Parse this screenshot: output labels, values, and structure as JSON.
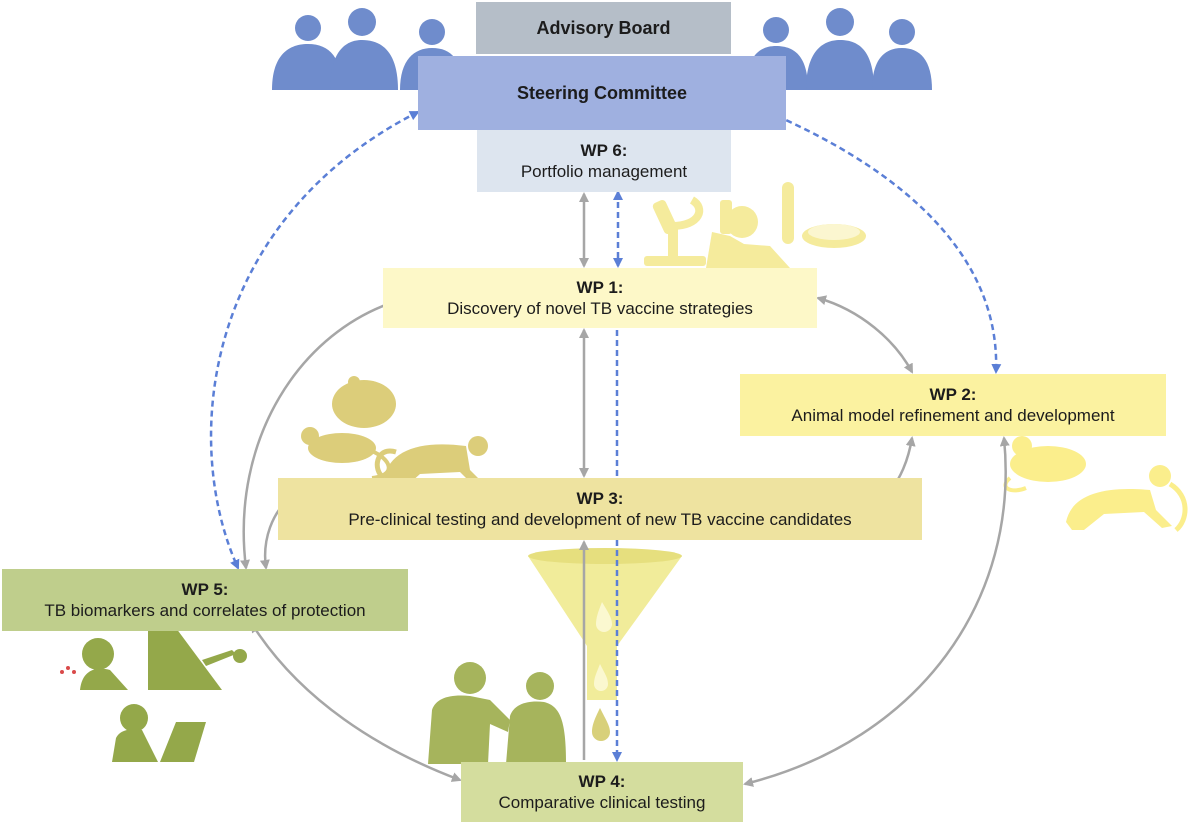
{
  "advisory_board": {
    "title": "Advisory Board"
  },
  "steering_committee": {
    "title": "Steering Committee"
  },
  "work_packages": {
    "wp6": {
      "label": "WP 6:",
      "name": "Portfolio management"
    },
    "wp1": {
      "label": "WP 1:",
      "name": "Discovery of novel TB vaccine strategies"
    },
    "wp2": {
      "label": "WP 2:",
      "name": "Animal model refinement and development"
    },
    "wp3": {
      "label": "WP 3:",
      "name": "Pre-clinical testing and development of new TB vaccine candidates"
    },
    "wp5": {
      "label": "WP 5:",
      "name": "TB biomarkers and correlates of protection"
    },
    "wp4": {
      "label": "WP 4:",
      "name": "Comparative clinical testing"
    }
  },
  "colors": {
    "governance_people": "#6f8ccc",
    "management_link": "#5b7fd6",
    "scientific_link": "#a6a6a6",
    "lab_icons": "#f5eb9c",
    "animal_icons": "#dccd7a",
    "animal_icons_light": "#fbee8c",
    "funnel": "#f1ec9a",
    "clinical_people": "#a6b45c",
    "biomarker_people": "#94a84a"
  },
  "icons": [
    "people-group-icon",
    "microscope-icon",
    "scientist-icon",
    "test-tube-icon",
    "petri-dish-icon",
    "hamster-icon",
    "mouse-icon",
    "monkey-icon",
    "funnel-icon",
    "doctor-patient-icon",
    "cough-icon",
    "injection-icon",
    "laptop-user-icon"
  ]
}
